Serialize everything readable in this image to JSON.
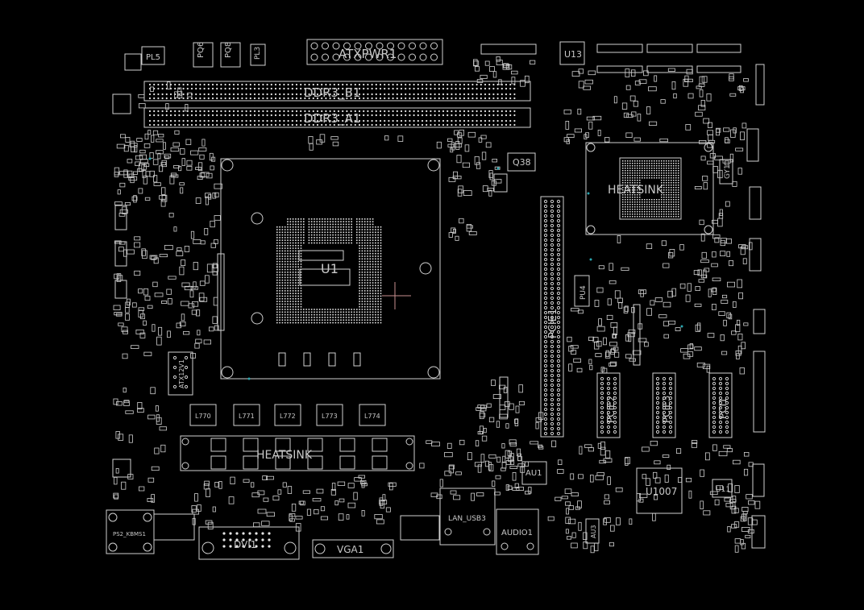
{
  "labels": {
    "atxpwr1": "ATXPWR1",
    "ddr3_b1": "DDR3_B1",
    "ddr3_a1": "DDR3_A1",
    "u13": "U13",
    "q38": "Q38",
    "heatsink_top": "HEATSINK",
    "gy1": "GY1",
    "u1": "U1",
    "pcie1": "PCIE1",
    "pu4": "PU4",
    "pcie2": "PCIE2",
    "pcie3": "PCIE3",
    "pci1": "PCI1",
    "atx12v1": "ATX12V1",
    "heatsink_bottom": "HEATSINK",
    "au1": "AU1",
    "u1007": "U1007",
    "u11": "U11",
    "ps2_kbms1": "PS2_KBMS1",
    "dvi1": "DVI1",
    "vga1": "VGA1",
    "lan_usb3": "LAN_USB3",
    "audio1": "AUDIO1",
    "au3": "AU3",
    "pl5": "PL5",
    "pq6": "PQ6",
    "pq8": "PQ8",
    "pl3": "PL3",
    "l770": "L770",
    "l771": "L771",
    "l772": "L772",
    "l773": "L773",
    "l774": "L774"
  },
  "colors": {
    "background": "#000000",
    "outline": "#d0d0d0",
    "pad": "#e6e6e6",
    "accent": "#2aa7b0"
  }
}
